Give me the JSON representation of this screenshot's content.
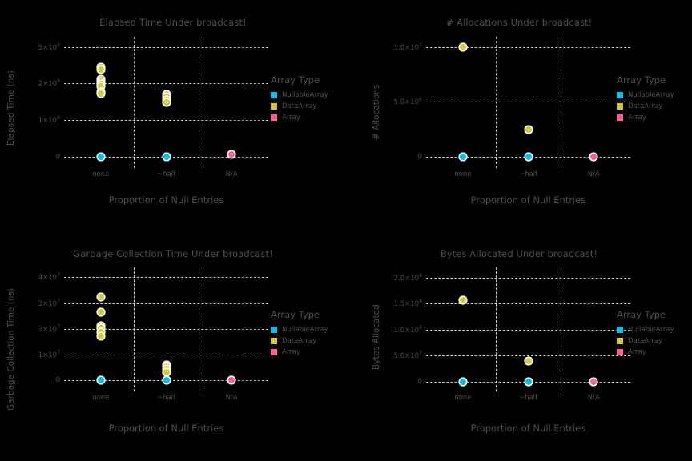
{
  "figure": {
    "background": "#000000",
    "text_color": "#564a55",
    "grid_color": "#d6d8ea",
    "point_outline": "#ffffff"
  },
  "legend": {
    "title": "Array Type",
    "entries": [
      {
        "label": "NullableArray",
        "color": "#00bfee"
      },
      {
        "label": "DataArray",
        "color": "#d4ca3a"
      },
      {
        "label": "Array",
        "color": "#ff5e99"
      }
    ]
  },
  "chart_data": [
    {
      "type": "scatter",
      "panel": "top-left",
      "title": "Elapsed Time Under broadcast!",
      "xlabel": "Proportion of Null Entries",
      "ylabel": "Elapsed Time (ns)",
      "categories": [
        "none",
        "~half",
        "N/A"
      ],
      "yticks": [
        {
          "value": 0,
          "label": "0"
        },
        {
          "value": 100000000.0,
          "label": "1×10",
          "exp": "8"
        },
        {
          "value": 200000000.0,
          "label": "2×10",
          "exp": "8"
        },
        {
          "value": 300000000.0,
          "label": "3×10",
          "exp": "8"
        }
      ],
      "ylim": [
        -18000000.0,
        315000000.0
      ],
      "grid": true,
      "legend_position": "right",
      "series": [
        {
          "name": "NullableArray",
          "color": "#00bfee",
          "points": [
            {
              "x": "none",
              "y": 0
            },
            {
              "x": "~half",
              "y": 0
            }
          ]
        },
        {
          "name": "DataArray",
          "color": "#d4ca3a",
          "points": [
            {
              "x": "none",
              "y": 244000000.0
            },
            {
              "x": "none",
              "y": 238000000.0
            },
            {
              "x": "none",
              "y": 213000000.0
            },
            {
              "x": "none",
              "y": 206000000.0
            },
            {
              "x": "none",
              "y": 199000000.0
            },
            {
              "x": "none",
              "y": 193000000.0
            },
            {
              "x": "none",
              "y": 178000000.0
            },
            {
              "x": "none",
              "y": 172000000.0
            },
            {
              "x": "~half",
              "y": 170000000.0
            },
            {
              "x": "~half",
              "y": 163000000.0
            },
            {
              "x": "~half",
              "y": 155000000.0
            },
            {
              "x": "~half",
              "y": 148000000.0
            }
          ]
        },
        {
          "name": "Array",
          "color": "#ff5e99",
          "points": [
            {
              "x": "N/A",
              "y": 6000000.0
            }
          ]
        }
      ]
    },
    {
      "type": "scatter",
      "panel": "top-right",
      "title": "# Allocations Under broadcast!",
      "xlabel": "Proportion of Null Entries",
      "ylabel": "# Allocations",
      "categories": [
        "none",
        "~half",
        "N/A"
      ],
      "yticks": [
        {
          "value": 0,
          "label": "0"
        },
        {
          "value": 5000000.0,
          "label": "5.0×10",
          "exp": "6"
        },
        {
          "value": 10000000.0,
          "label": "1.0×10",
          "exp": "7"
        }
      ],
      "ylim": [
        -600000.0,
        10500000.0
      ],
      "grid": true,
      "legend_position": "right",
      "series": [
        {
          "name": "NullableArray",
          "color": "#00bfee",
          "points": [
            {
              "x": "none",
              "y": 0
            },
            {
              "x": "~half",
              "y": 0
            }
          ]
        },
        {
          "name": "DataArray",
          "color": "#d4ca3a",
          "points": [
            {
              "x": "none",
              "y": 10000000.0
            },
            {
              "x": "~half",
              "y": 2500000.0
            }
          ]
        },
        {
          "name": "Array",
          "color": "#ff5e99",
          "points": [
            {
              "x": "N/A",
              "y": 0
            }
          ]
        }
      ]
    },
    {
      "type": "scatter",
      "panel": "bottom-left",
      "title": "Garbage Collection Time Under broadcast!",
      "xlabel": "Proportion of Null Entries",
      "ylabel": "Garbage Collection Time (ns)",
      "categories": [
        "none",
        "~half",
        "N/A"
      ],
      "yticks": [
        {
          "value": 0,
          "label": "0"
        },
        {
          "value": 10000000.0,
          "label": "1×10",
          "exp": "7"
        },
        {
          "value": 20000000.0,
          "label": "2×10",
          "exp": "7"
        },
        {
          "value": 30000000.0,
          "label": "3×10",
          "exp": "7"
        },
        {
          "value": 40000000.0,
          "label": "4×10",
          "exp": "7"
        }
      ],
      "ylim": [
        -2500000.0,
        42000000.0
      ],
      "grid": true,
      "legend_position": "right",
      "series": [
        {
          "name": "NullableArray",
          "color": "#00bfee",
          "points": [
            {
              "x": "none",
              "y": 0
            },
            {
              "x": "~half",
              "y": 0
            }
          ]
        },
        {
          "name": "DataArray",
          "color": "#d4ca3a",
          "points": [
            {
              "x": "none",
              "y": 32500000.0
            },
            {
              "x": "none",
              "y": 26500000.0
            },
            {
              "x": "none",
              "y": 21200000.0
            },
            {
              "x": "none",
              "y": 20300000.0
            },
            {
              "x": "none",
              "y": 18800000.0
            },
            {
              "x": "none",
              "y": 17200000.0
            },
            {
              "x": "~half",
              "y": 6000000.0
            },
            {
              "x": "~half",
              "y": 5300000.0
            },
            {
              "x": "~half",
              "y": 4500000.0
            },
            {
              "x": "~half",
              "y": 3000000.0
            }
          ]
        },
        {
          "name": "Array",
          "color": "#ff5e99",
          "points": [
            {
              "x": "N/A",
              "y": 0
            }
          ]
        }
      ]
    },
    {
      "type": "scatter",
      "panel": "bottom-right",
      "title": "Bytes Allocated Under broadcast!",
      "xlabel": "Proportion of Null Entries",
      "ylabel": "Bytes Allocated",
      "categories": [
        "none",
        "~half",
        "N/A"
      ],
      "yticks": [
        {
          "value": 0,
          "label": "0"
        },
        {
          "value": 50000000.0,
          "label": "5.0×10",
          "exp": "7"
        },
        {
          "value": 100000000.0,
          "label": "1.0×10",
          "exp": "8"
        },
        {
          "value": 150000000.0,
          "label": "1.5×10",
          "exp": "8"
        },
        {
          "value": 200000000.0,
          "label": "2.0×10",
          "exp": "8"
        }
      ],
      "ylim": [
        -10000000.0,
        210000000.0
      ],
      "grid": true,
      "legend_position": "right",
      "series": [
        {
          "name": "NullableArray",
          "color": "#00bfee",
          "points": [
            {
              "x": "none",
              "y": 0
            },
            {
              "x": "~half",
              "y": 0
            }
          ]
        },
        {
          "name": "DataArray",
          "color": "#d4ca3a",
          "points": [
            {
              "x": "none",
              "y": 156000000.0
            },
            {
              "x": "~half",
              "y": 40000000.0
            }
          ]
        },
        {
          "name": "Array",
          "color": "#ff5e99",
          "points": [
            {
              "x": "N/A",
              "y": 0
            }
          ]
        }
      ]
    }
  ]
}
